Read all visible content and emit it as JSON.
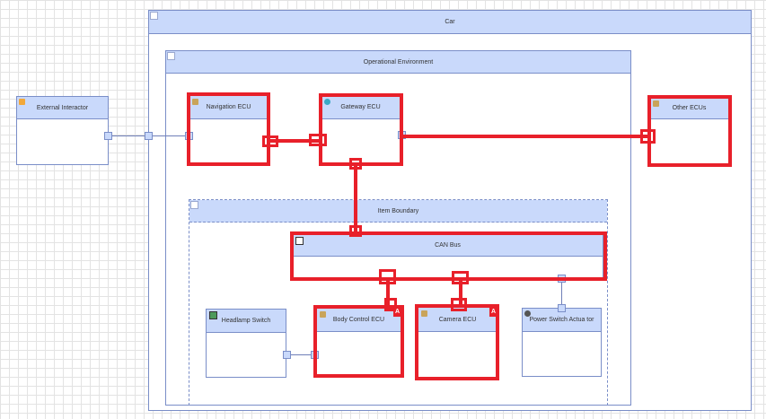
{
  "diagram": {
    "car": {
      "title": "Car"
    },
    "operational_environment": {
      "title": "Operational Environment"
    },
    "item_boundary": {
      "title": "Item Boundary"
    },
    "blocks": {
      "external_interactor": "External Interactor",
      "navigation_ecu": "Navigation ECU",
      "gateway_ecu": "Gateway ECU",
      "other_ecus": "Other ECUs",
      "can_bus": "CAN Bus",
      "headlamp_switch": "Headlamp Switch",
      "body_control_ecu": "Body Control ECU",
      "camera_ecu": "Camera ECU",
      "power_switch_actuator": "Power Switch Actua tor"
    },
    "flags": {
      "body_control": "A",
      "camera": "A"
    },
    "colors": {
      "highlight": "#e8202a",
      "header": "#c9d9fb",
      "border": "#7a8ec8"
    }
  }
}
